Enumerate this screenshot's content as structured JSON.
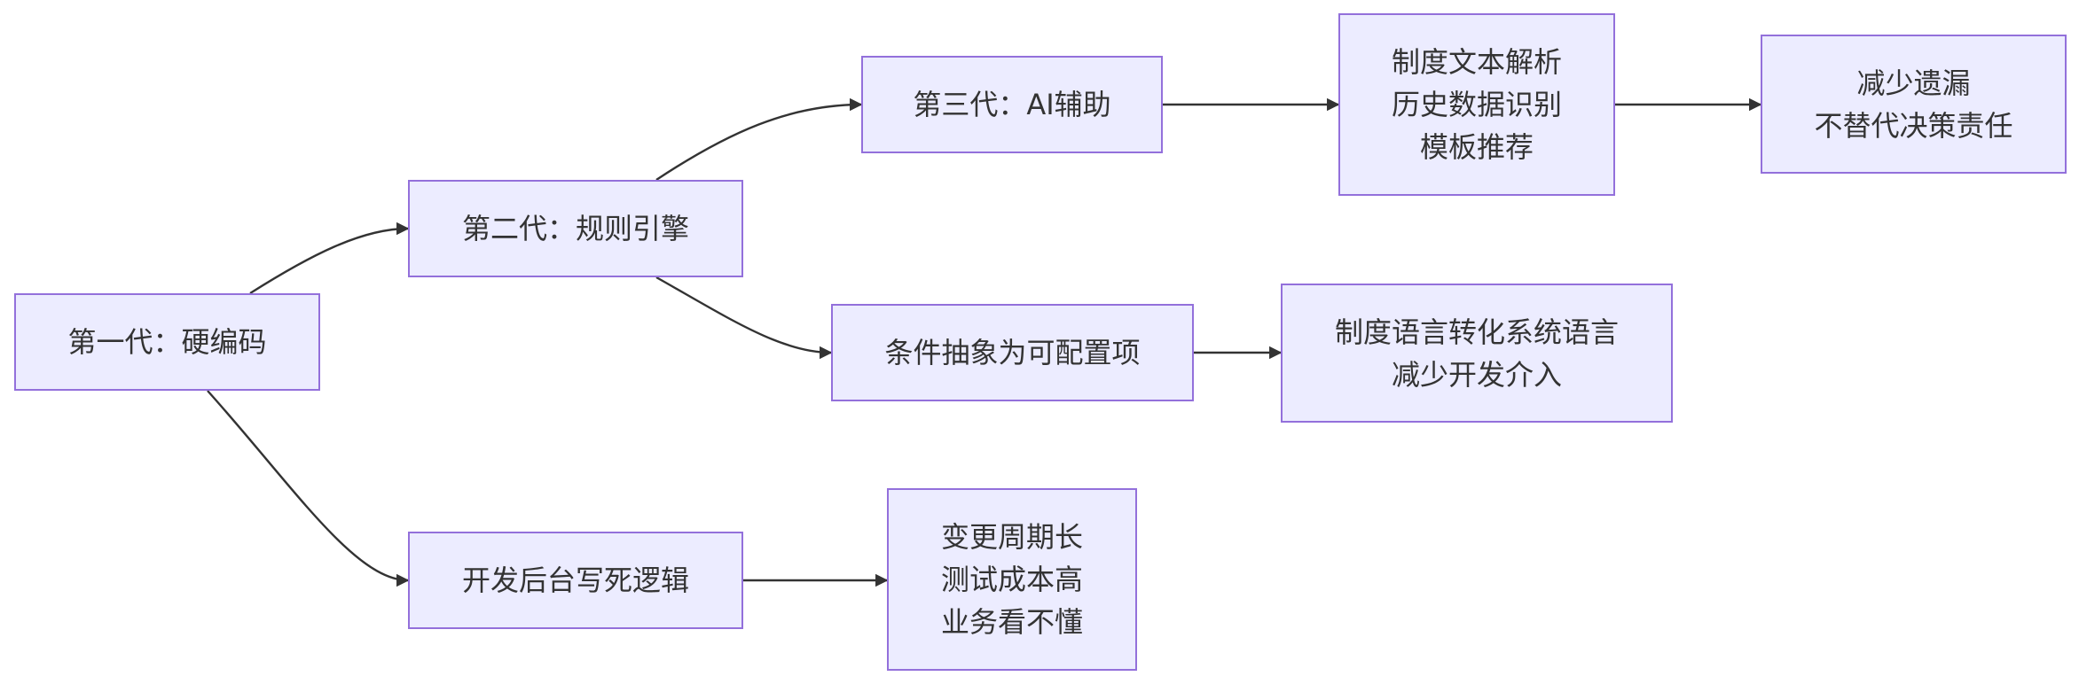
{
  "colors": {
    "node_fill": "#ECECFF",
    "node_border": "#9370DB",
    "text": "#333333",
    "edge": "#333333"
  },
  "nodes": {
    "gen1": {
      "lines": [
        "第一代：硬编码"
      ]
    },
    "gen2": {
      "lines": [
        "第二代：规则引擎"
      ]
    },
    "gen1_detail": {
      "lines": [
        "开发后台写死逻辑"
      ]
    },
    "gen3": {
      "lines": [
        "第三代：AI辅助"
      ]
    },
    "gen2_detail": {
      "lines": [
        "条件抽象为可配置项"
      ]
    },
    "gen1_issue": {
      "lines": [
        "变更周期长",
        "测试成本高",
        "业务看不懂"
      ]
    },
    "gen3_detail": {
      "lines": [
        "制度文本解析",
        "历史数据识别",
        "模板推荐"
      ]
    },
    "gen2_benefit": {
      "lines": [
        "制度语言转化系统语言",
        "减少开发介入"
      ]
    },
    "gen3_benefit": {
      "lines": [
        "减少遗漏",
        "不替代决策责任"
      ]
    }
  }
}
